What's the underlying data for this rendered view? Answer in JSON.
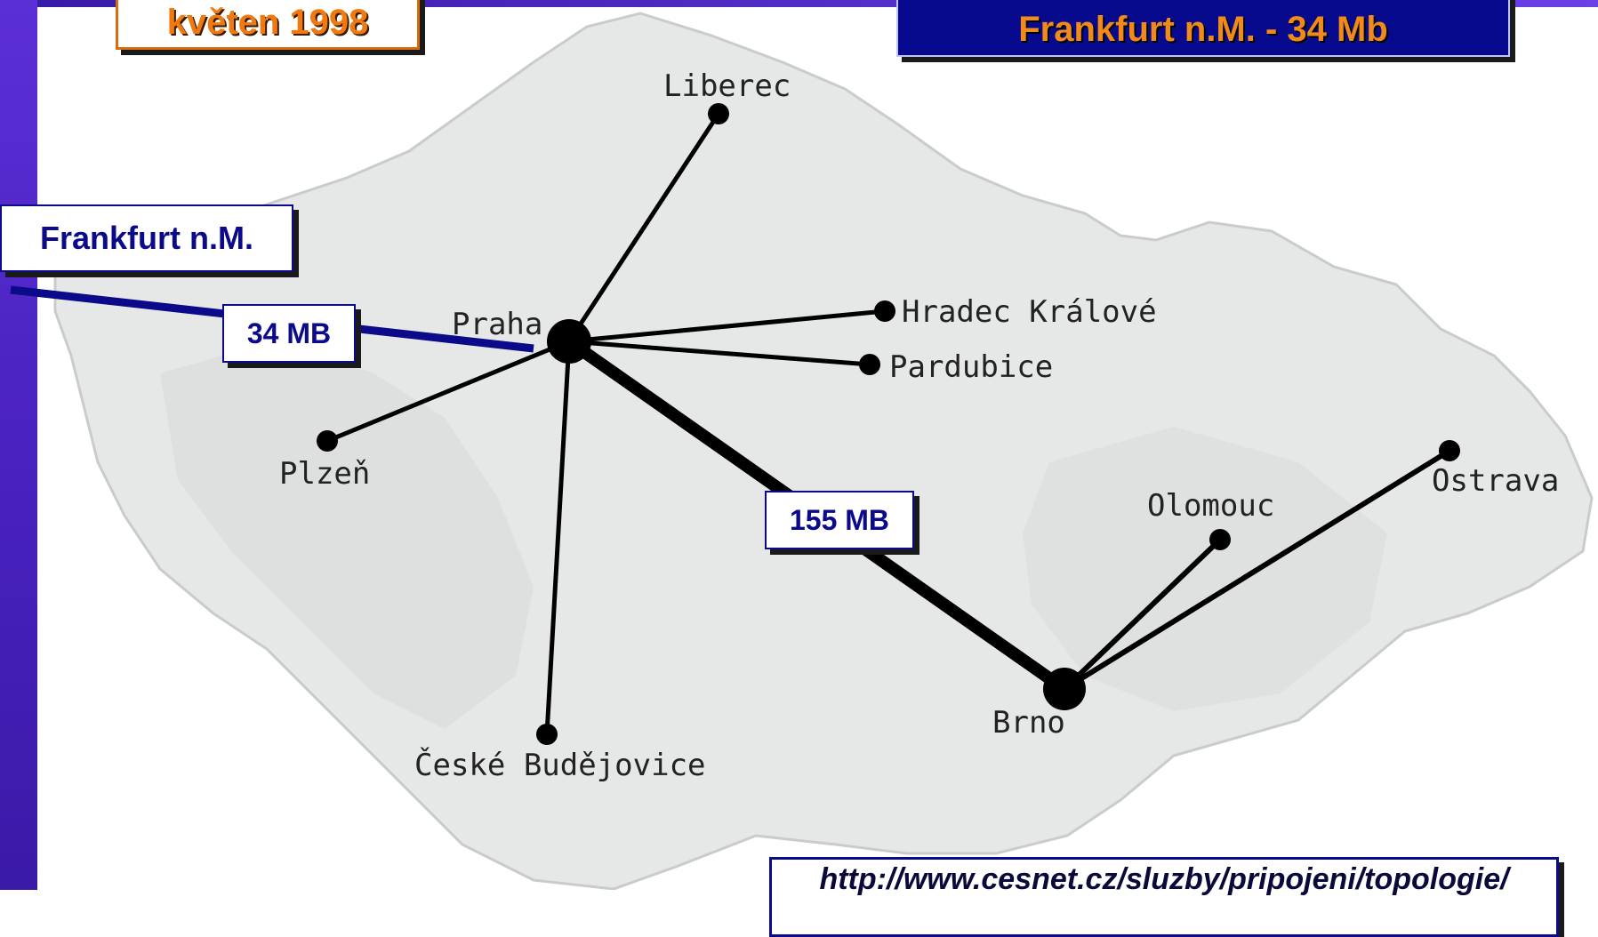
{
  "header": {
    "date": "květen 1998",
    "title": "Frankfurt  n.M. - 34 Mb"
  },
  "external_node": {
    "label": "Frankfurt n.M."
  },
  "links": [
    {
      "from": "Frankfurt n.M.",
      "to": "Praha",
      "bandwidth": "34 MB"
    },
    {
      "from": "Praha",
      "to": "Brno",
      "bandwidth": "155 MB"
    }
  ],
  "cities": [
    {
      "name": "Liberec"
    },
    {
      "name": "Praha"
    },
    {
      "name": "Hradec Králové"
    },
    {
      "name": "Pardubice"
    },
    {
      "name": "Plzeň"
    },
    {
      "name": "České Budějovice"
    },
    {
      "name": "Brno"
    },
    {
      "name": "Olomouc"
    },
    {
      "name": "Ostrava"
    }
  ],
  "source_url": "http://www.cesnet.cz/sluzby/pripojeni/topologie/",
  "colors": {
    "frame": "#4a22c0",
    "accent_orange": "#f07a10",
    "navy": "#070a8c",
    "map_fill": "#e6e8e8"
  }
}
